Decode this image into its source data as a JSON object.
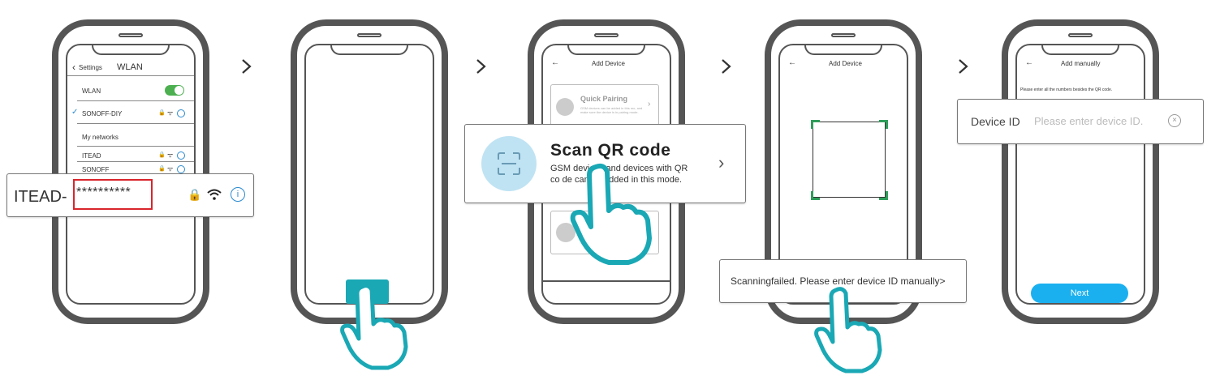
{
  "panel1": {
    "back_label": "Settings",
    "title": "WLAN",
    "wlan_label": "WLAN",
    "connected_network": "SONOFF-DIY",
    "section_label": "My networks",
    "networks": [
      "ITEAD",
      "SONOFF"
    ],
    "popup_ssid": "ITEAD-",
    "popup_password": "**********",
    "toggle_on": true,
    "accent_color": "#4caf50"
  },
  "panel2": {
    "button_glyph": "+",
    "accent_color": "#1aa8b5"
  },
  "panel3": {
    "header_title": "Add Device",
    "quick_pairing_title": "Quick Pairing",
    "quick_pairing_desc": "GSM devices can be added in this mo, and make sure the device is in pairing mode.",
    "popup_title": "Scan QR code",
    "popup_desc_line1": "GSM devices and devices with QR",
    "popup_desc_line2": "co de can be added in this mode.",
    "icon_bg": "#bfe3f3"
  },
  "panel4": {
    "header_title": "Add Device",
    "popup_text": "Scanningfailed. Please enter device ID manually>",
    "corner_color": "#2e9e5a"
  },
  "panel5": {
    "header_title": "Add manually",
    "instruction": "Please enter all the numbers besides the QR code.",
    "field_label": "Device ID",
    "field_placeholder": "Please enter device ID.",
    "next_label": "Next",
    "button_color": "#1ab0f0"
  },
  "hand_color": "#1aa8b5"
}
